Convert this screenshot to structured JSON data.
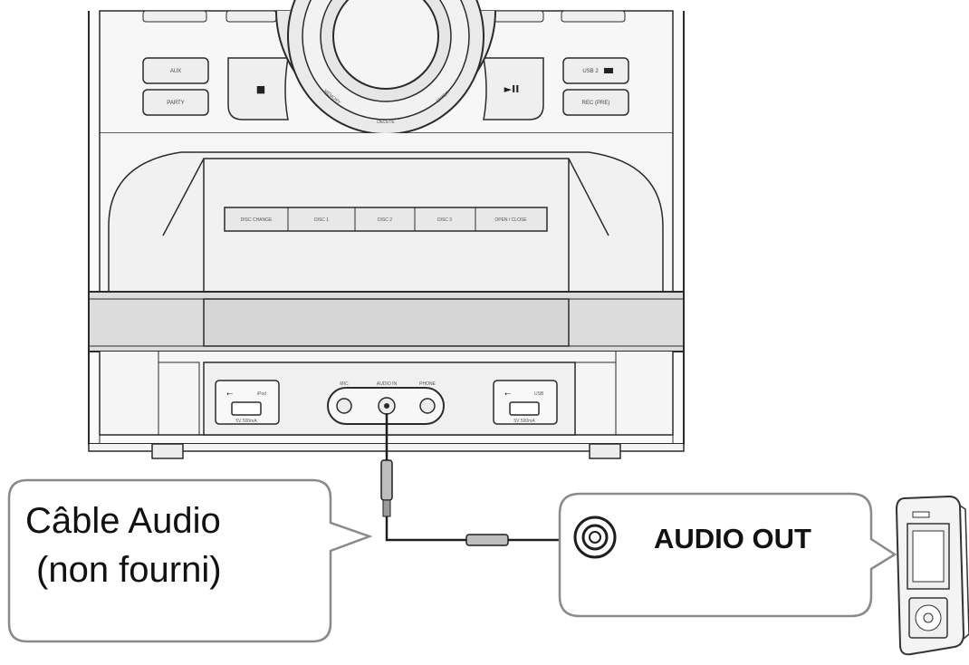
{
  "stereo": {
    "top_buttons": {
      "aux": "AUX",
      "party": "PARTY",
      "stop_symbol": "■",
      "play_pause_symbol": "►II",
      "usb2": "USB 2",
      "rec": "REC (PRE)"
    },
    "dial_labels": {
      "left": "MEMORY",
      "bottom": "DELETE",
      "right": "ENTER"
    },
    "disc_buttons": [
      "DISC CHANGE",
      "DISC 1",
      "DISC 2",
      "DISC 3",
      "OPEN / CLOSE"
    ],
    "jacks": {
      "mic": "MIC",
      "audio_in": "AUDIO IN",
      "phone": "PHONE"
    },
    "usb_ports": [
      {
        "label": "iPod",
        "caption": "5V 500mA"
      },
      {
        "label": "USB",
        "caption": "5V 500mA"
      }
    ]
  },
  "callouts": {
    "cable": {
      "line1": "Câble Audio",
      "line2": "(non fourni)"
    },
    "output": {
      "label": "AUDIO OUT"
    }
  },
  "colors": {
    "line": "#2b2b2b",
    "panel_fill": "#f3f3f3",
    "band_fill": "#dadada",
    "callout_border": "#8a8a8a"
  }
}
